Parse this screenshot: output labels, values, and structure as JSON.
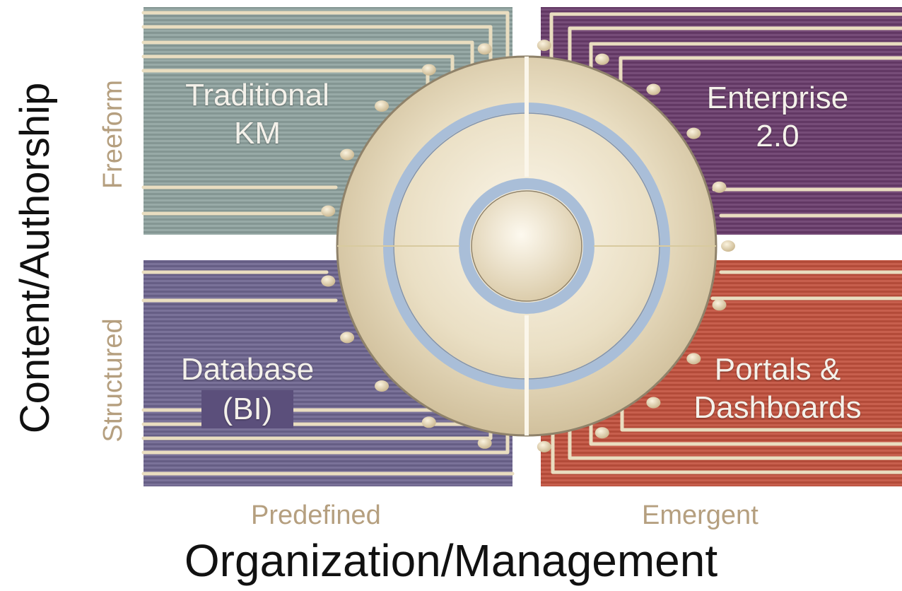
{
  "diagram": {
    "y_axis_title": "Content/Authorship",
    "x_axis_title": "Organization/Management",
    "y_ticks": {
      "top": "Freeform",
      "bottom": "Structured"
    },
    "x_ticks": {
      "left": "Predefined",
      "right": "Emergent"
    },
    "quadrants": {
      "top_left": {
        "line1": "Traditional",
        "line2": "KM",
        "color": "#8fa39f"
      },
      "top_right": {
        "line1": "Enterprise",
        "line2": "2.0",
        "color": "#6a3d6c"
      },
      "bottom_left": {
        "line1": "Database",
        "line2": "(BI)",
        "color": "#6f6690"
      },
      "bottom_right": {
        "line1": "Portals &",
        "line2": "Dashboards",
        "color": "#c2513e"
      }
    },
    "colors": {
      "axis_tick": "#b59f7f",
      "ring": "#a9bed8",
      "disc": "#e8dcc0"
    }
  }
}
